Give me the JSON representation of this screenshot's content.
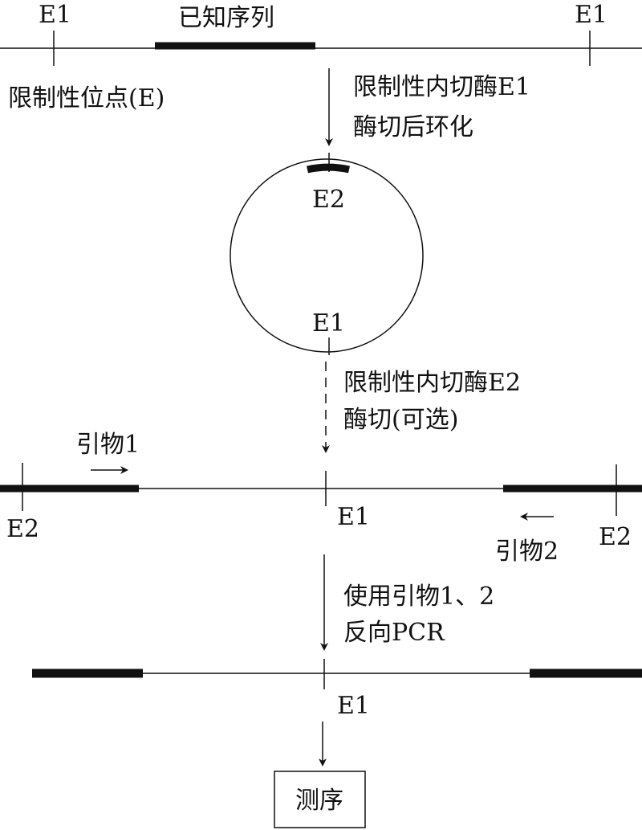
{
  "labels": {
    "e1_left_top": "E1",
    "known_sequence": "已知序列",
    "e1_right_top": "E1",
    "restriction_site": "限制性位点(E)",
    "step1_line1": "限制性内切酶E1",
    "step1_line2": "酶切后环化",
    "circle_e2": "E2",
    "circle_e1": "E1",
    "step2_line1": "限制性内切酶E2",
    "step2_line2": "酶切(可选)",
    "primer1": "引物1",
    "primer2": "引物2",
    "linear_e2_left": "E2",
    "linear_e1": "E1",
    "linear_e2_right": "E2",
    "step3_line1": "使用引物1、2",
    "step3_line2": "反向PCR",
    "product_e1": "E1",
    "sequencing": "测序"
  },
  "colors": {
    "stroke": "#111111"
  }
}
